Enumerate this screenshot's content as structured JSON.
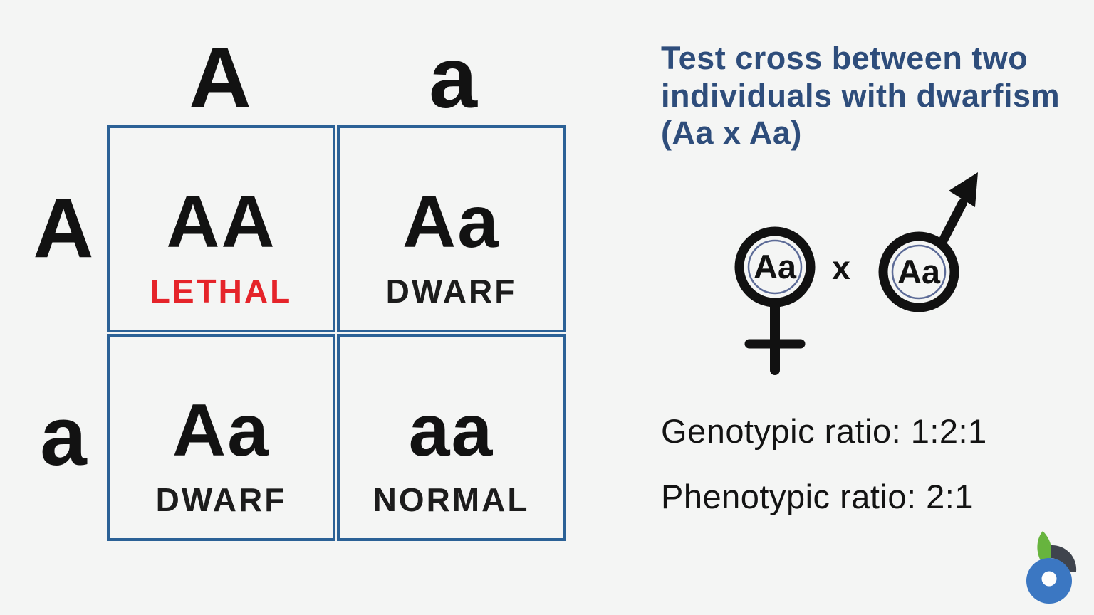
{
  "background_color": "#f4f5f4",
  "punnett": {
    "grid_color": "#2b6196",
    "col_headers": [
      "A",
      "a"
    ],
    "row_headers": [
      "A",
      "a"
    ],
    "cells": [
      {
        "genotype": "AA",
        "phenotype": "LETHAL",
        "phenotype_color": "#e5242a"
      },
      {
        "genotype": "Aa",
        "phenotype": "DWARF",
        "phenotype_color": "#1c1c1c"
      },
      {
        "genotype": "Aa",
        "phenotype": "DWARF",
        "phenotype_color": "#1c1c1c"
      },
      {
        "genotype": "aa",
        "phenotype": "NORMAL",
        "phenotype_color": "#1c1c1c"
      }
    ]
  },
  "annotation": {
    "title_lines": [
      "Test cross between two",
      "individuals with dwarfism",
      "(Aa x Aa)"
    ],
    "title_color": "#2e4d7b",
    "cross": {
      "female_genotype": "Aa",
      "cross_symbol": "x",
      "male_genotype": "Aa",
      "symbol_color": "#111111",
      "inner_ring_color": "#5c6b97"
    },
    "genotypic_ratio_label": "Genotypic ratio: 1:2:1",
    "phenotypic_ratio_label": "Phenotypic ratio: 2:1"
  },
  "icons": {
    "female_symbol": "♀",
    "male_symbol": "♂"
  },
  "logo": {
    "name": "biology-online-logo",
    "green": "#67b43e",
    "dark": "#3f444d",
    "blue": "#3b77c2"
  }
}
